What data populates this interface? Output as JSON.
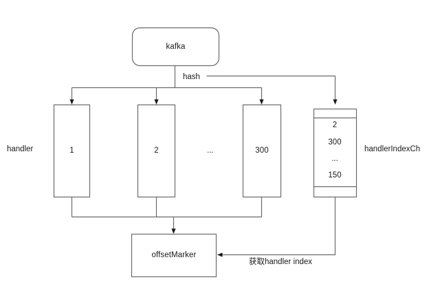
{
  "diagram": {
    "nodes": {
      "kafka": {
        "label": "kafka"
      },
      "handler_1": {
        "label": "1"
      },
      "handler_2": {
        "label": "2"
      },
      "handler_ellipsis": {
        "label": "..."
      },
      "handler_300": {
        "label": "300"
      },
      "offset_marker": {
        "label": "offsetMarker"
      }
    },
    "channel": {
      "name": "handlerIndexCh",
      "items": [
        "2",
        "300",
        "...",
        "150"
      ]
    },
    "group_labels": {
      "handler": "handler",
      "handler_index_ch": "handlerIndexCh"
    },
    "edge_labels": {
      "hash": "hash",
      "get_handler_index": "获取handler index"
    },
    "colors": {
      "background": "#ffffff",
      "stroke": "#5c5c5c",
      "text": "#1a1a1a",
      "fill": "#ffffff"
    }
  }
}
